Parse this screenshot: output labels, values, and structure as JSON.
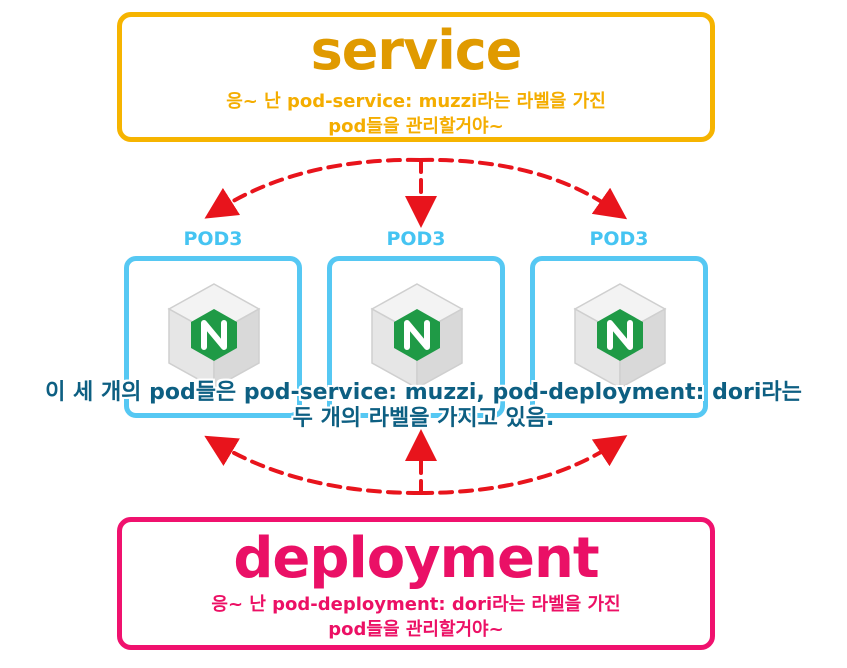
{
  "service": {
    "title": "service",
    "description_line1": "응~ 난 pod-service: muzzi라는 라벨을 가진",
    "description_line2": "pod들을 관리할거야~",
    "color": "#f6b400"
  },
  "deployment": {
    "title": "deployment",
    "description_line1": "응~ 난 pod-deployment: dori라는 라벨을 가진",
    "description_line2": "pod들을 관리할거야~",
    "color": "#f0116e"
  },
  "pods": [
    {
      "label": "POD3",
      "icon": "nginx-icon"
    },
    {
      "label": "POD3",
      "icon": "nginx-icon"
    },
    {
      "label": "POD3",
      "icon": "nginx-icon"
    }
  ],
  "caption": {
    "line1": "이 세 개의 pod들은 pod-service: muzzi, pod-deployment: dori라는",
    "line2": "두 개의 라벨을 가지고 있음."
  },
  "colors": {
    "pod_border": "#56c8f3",
    "arrow": "#e8141c",
    "caption": "#0d5f82",
    "nginx_green": "#1f9a46"
  }
}
